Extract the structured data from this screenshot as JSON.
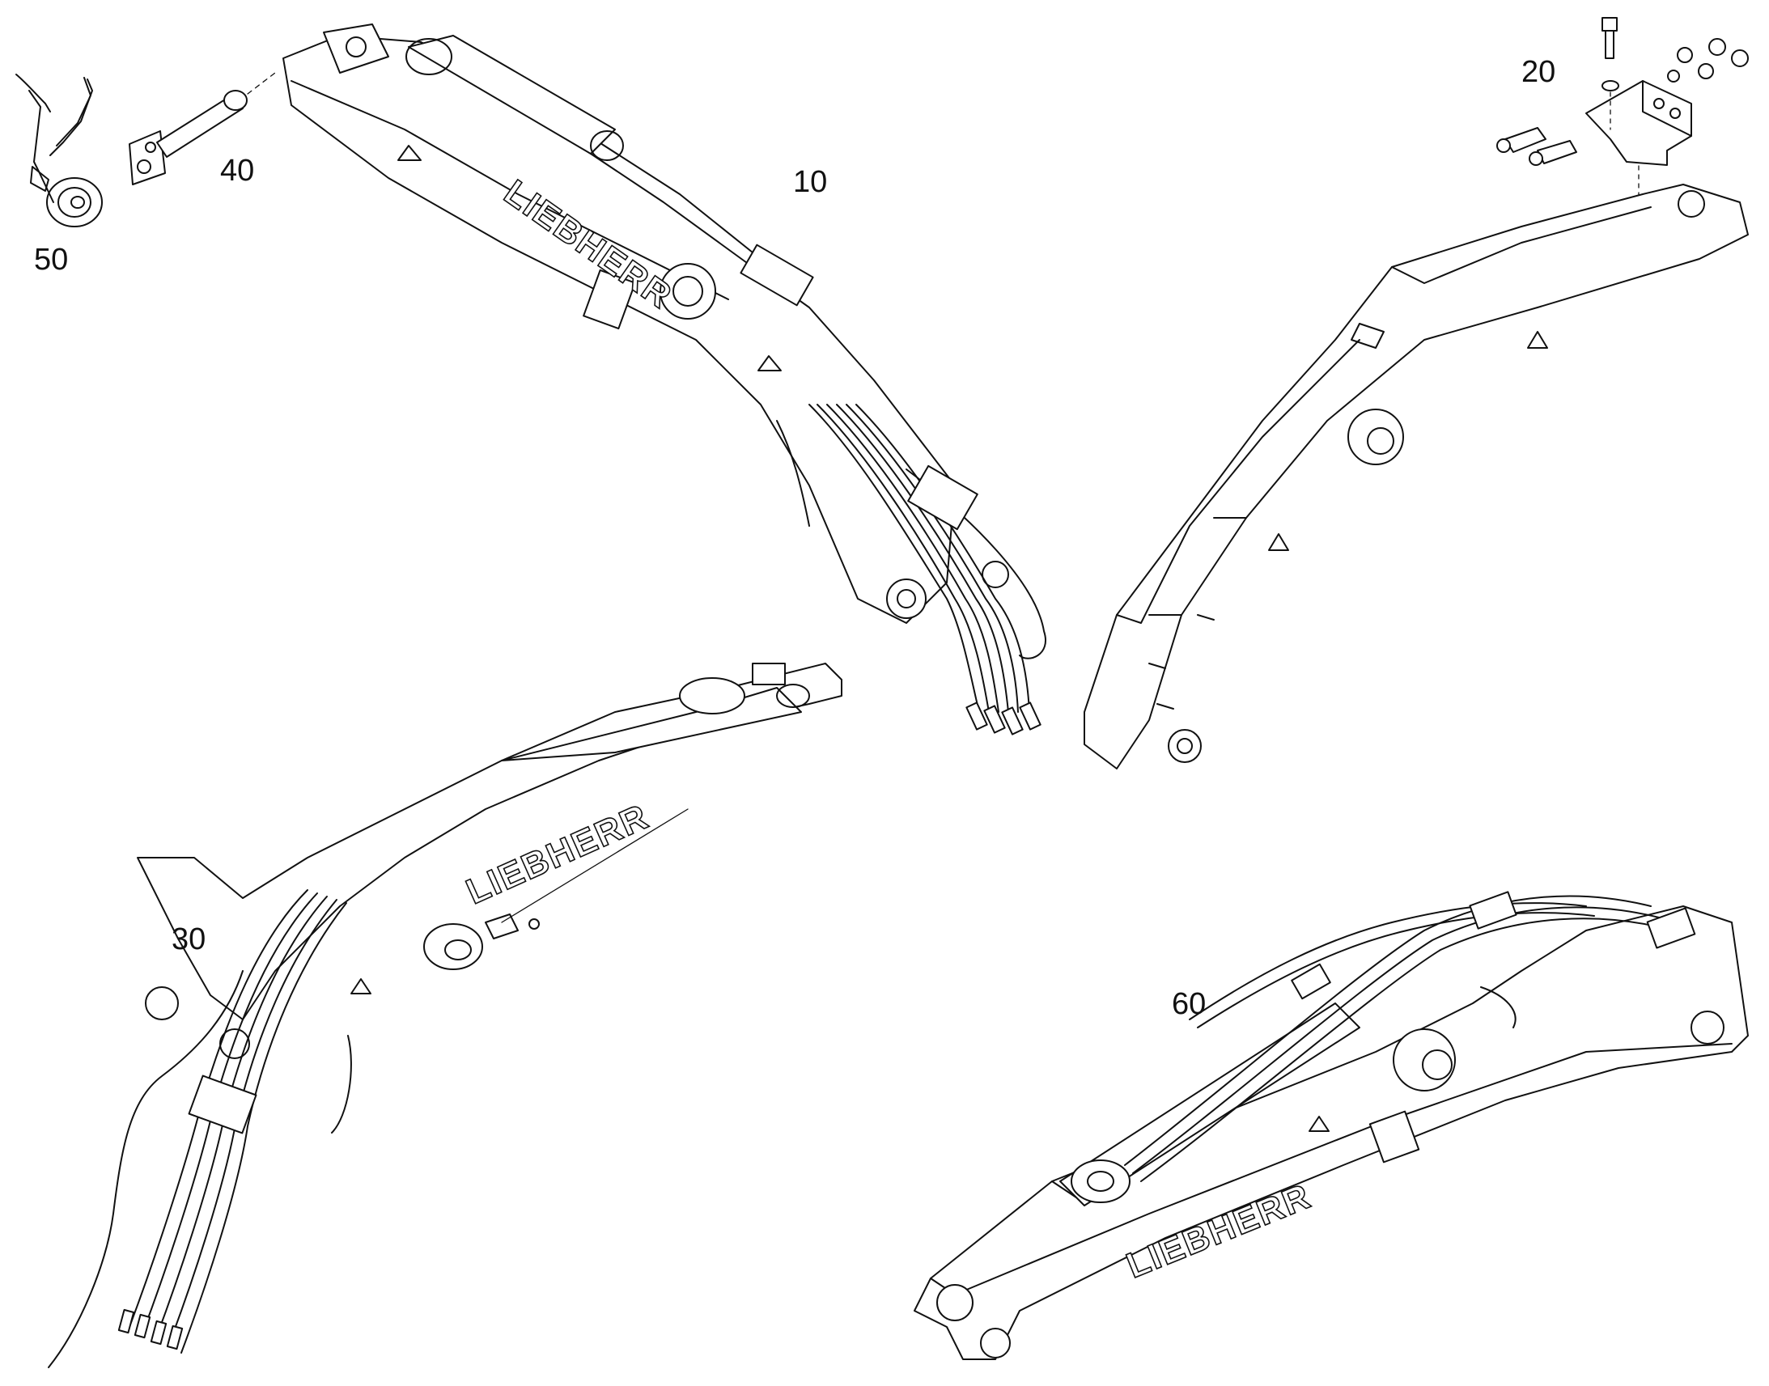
{
  "callouts": {
    "c10": "10",
    "c20": "20",
    "c30": "30",
    "c40": "40",
    "c50": "50",
    "c60": "60"
  },
  "brand_text": "LIEBHERR",
  "colors": {
    "line": "#111111",
    "background": "#ffffff"
  }
}
